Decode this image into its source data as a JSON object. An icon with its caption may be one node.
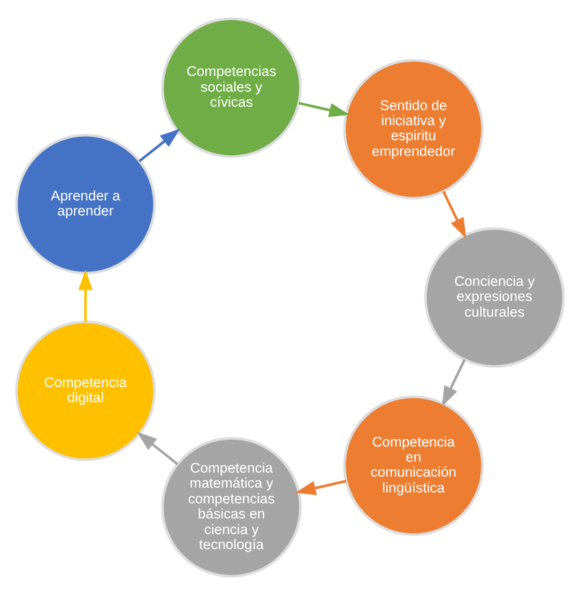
{
  "diagram": {
    "nodes": [
      {
        "text": [
          "Competencia en comunicación lingüística"
        ]
      },
      {
        "text": [
          "Competencia matemática y competencias básicas en ciencia y tecnología"
        ]
      },
      {
        "text": [
          "Competencia digital"
        ]
      },
      {
        "text": [
          "Aprender a aprender"
        ]
      },
      {
        "text": [
          "Competencias sociales y cívicas"
        ]
      },
      {
        "text": [
          "Sentido de iniciativa y espiritu emprendedor"
        ]
      },
      {
        "text": [
          "Conciencia y expresiones culturales"
        ]
      }
    ],
    "edges": [
      {
        "from": 0,
        "to": 1,
        "arrow": "to",
        "color": "#ed7d31"
      },
      {
        "from": 1,
        "to": 2,
        "arrow": "to",
        "color": "#a5a5a5"
      },
      {
        "from": 2,
        "to": 3,
        "arrow": "to",
        "color": "#ffc000"
      },
      {
        "from": 3,
        "to": 4,
        "arrow": "to",
        "color": "#4472c4"
      },
      {
        "from": 4,
        "to": 5,
        "arrow": "to",
        "color": "#70ad47"
      },
      {
        "from": 5,
        "to": 6,
        "arrow": "to",
        "color": "#ed7d31"
      },
      {
        "from": 6,
        "to": 0,
        "arrow": "to",
        "color": "#a5a5a5"
      }
    ]
  }
}
